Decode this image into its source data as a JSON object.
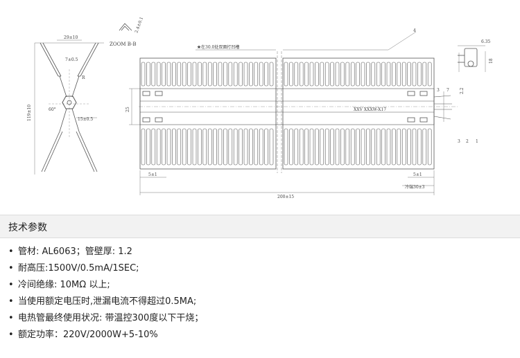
{
  "drawing": {
    "labels": {
      "zoom": "ZOOM B-B",
      "groove_note": "★在30.0处双面打凹槽",
      "marking": "XXV XXXW-X17",
      "part_4": "4",
      "part_3": "3",
      "part_2": "2",
      "part_1": "1",
      "dim_width_side": "29±10",
      "dim_height_side": "119±10",
      "dim_inner": "7±0.5",
      "dim_hex": "15±0.5",
      "dim_r": "R",
      "dim_angle": "60°",
      "dim_zoom_top": "2.4±0.1",
      "dim_25": "25",
      "dim_5_left": "5±1",
      "dim_5_right": "5±1",
      "dim_total": "200±15",
      "dim_tail": "冷端30±3",
      "dim_635": "6.35",
      "dim_18": "18",
      "dim_22": "2.2",
      "dim_7": "7",
      "dim_3": "3"
    }
  },
  "specs": {
    "title": "技术参数",
    "items": [
      "管材: AL6063；管壁厚: 1.2",
      "耐高压:1500V/0.5mA/1SEC;",
      "冷间绝缘: 10MΩ 以上;",
      "当使用额定电压时,泄漏电流不得超过0.5MA;",
      "电热管最终使用状况: 带温控300度以下干烧；",
      "额定功率：220V/2000W+5-10%"
    ]
  },
  "colors": {
    "line": "#555555",
    "header_bg": "#f2f2f2",
    "text": "#222222"
  }
}
